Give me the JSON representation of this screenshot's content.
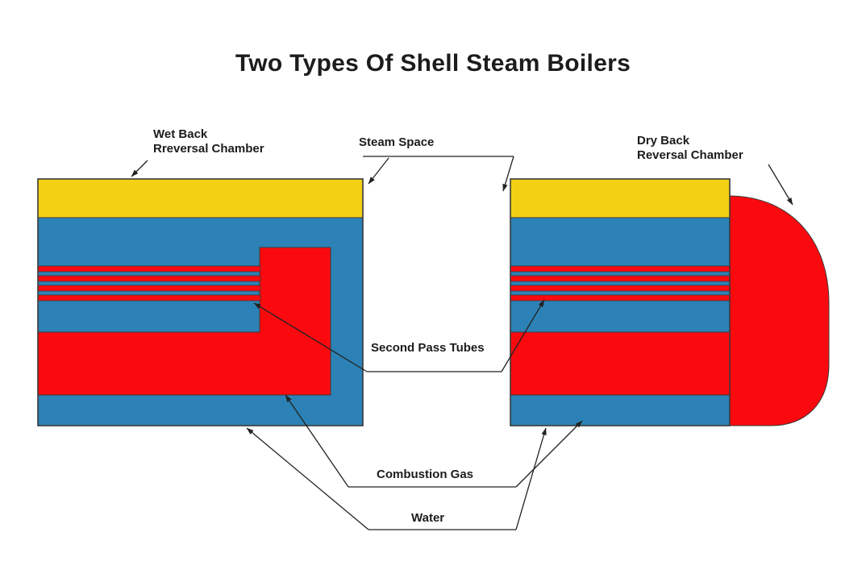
{
  "title": "Two Types Of Shell Steam Boilers",
  "labels": {
    "wet_back": "Wet Back\nRreversal Chamber",
    "steam_space": "Steam Space",
    "dry_back": "Dry Back\nReversal Chamber",
    "second_pass_tubes": "Second Pass Tubes",
    "combustion_gas": "Combustion Gas",
    "water": "Water"
  },
  "colors": {
    "steam_space_yellow": "#F3D013",
    "water_blue": "#2C82B6",
    "gas_red": "#FA0A0F",
    "outline": "#3A3A3A",
    "text": "#1C1C1C"
  }
}
